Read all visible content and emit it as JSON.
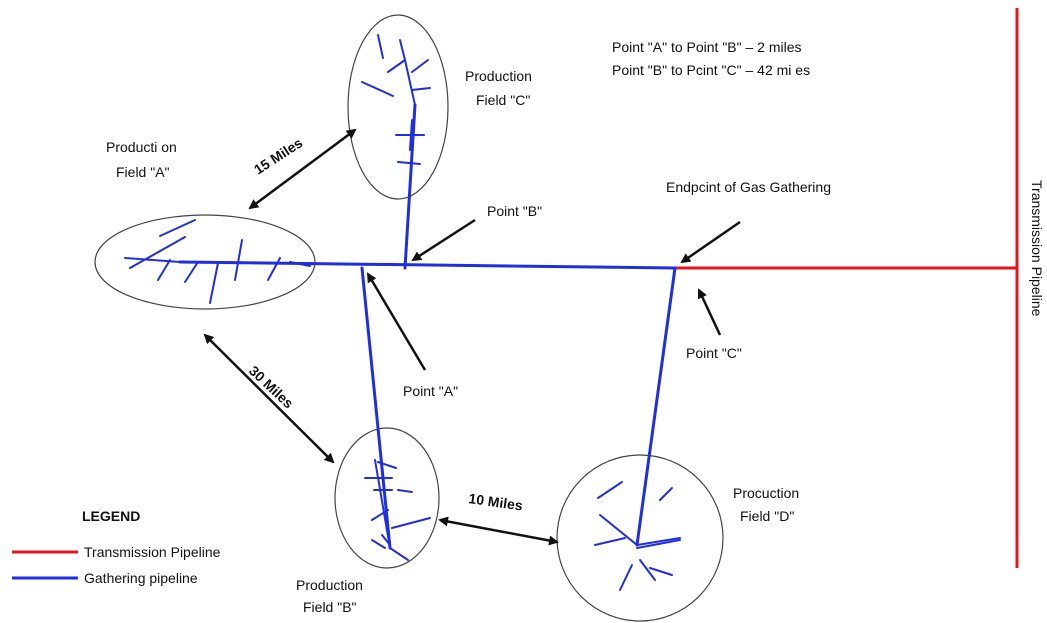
{
  "colors": {
    "transmission": "#e8141b",
    "gathering": "#1f2ee0",
    "arrow": "#111111",
    "ellipse_stroke": "#444444"
  },
  "fields": {
    "a": {
      "line1": "Producti on",
      "line2": "Field \"A\""
    },
    "b": {
      "line1": "Production",
      "line2": "Field \"B\""
    },
    "c": {
      "line1": "Production",
      "line2": "Field \"C\""
    },
    "d": {
      "line1": "Procuction",
      "line2": "Field \"D\""
    }
  },
  "points": {
    "a": "Point \"A\"",
    "b": "Point \"B\"",
    "c": "Point \"C\""
  },
  "endpoint": "Endpcint of Gas Gathering",
  "distances": {
    "ac": "15 Miles",
    "ab": "30 Miles",
    "bd": "10 Miles"
  },
  "notes": {
    "line1": "Point \"A\" to Point \"B\" – 2 miles",
    "line2": "Point \"B\" to Pcint \"C\" – 42 mi es"
  },
  "transmission_label": "Transmission Pipeline",
  "legend": {
    "title": "LEGEND",
    "transmission": "Transmission Pipeline",
    "gathering": "Gathering pipeline"
  }
}
